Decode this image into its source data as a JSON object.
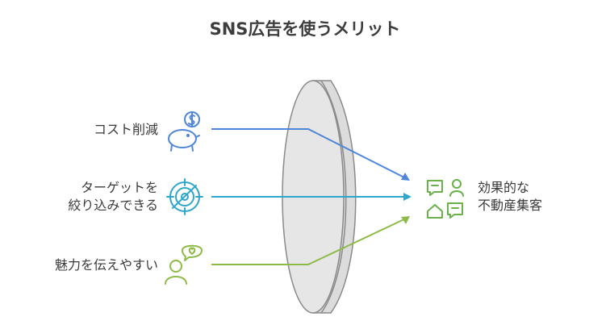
{
  "title": "SNS広告を使うメリット",
  "inputs": [
    {
      "label_lines": [
        "コスト削減"
      ],
      "icon": "piggy-bank-icon",
      "color": "#4f86d9"
    },
    {
      "label_lines": [
        "ターゲットを",
        "絞り込みできる"
      ],
      "icon": "target-icon",
      "color": "#2fa6cc"
    },
    {
      "label_lines": [
        "魅力を伝えやすい"
      ],
      "icon": "person-heart-speech-icon",
      "color": "#8dbb47"
    }
  ],
  "output": {
    "label_lines": [
      "効果的な",
      "不動産集客"
    ],
    "icon": "speech-people-home-icon",
    "color": "#6ab14a"
  },
  "lens": {
    "fill": "#e6e6e6",
    "stroke": "#8a8a8a"
  }
}
